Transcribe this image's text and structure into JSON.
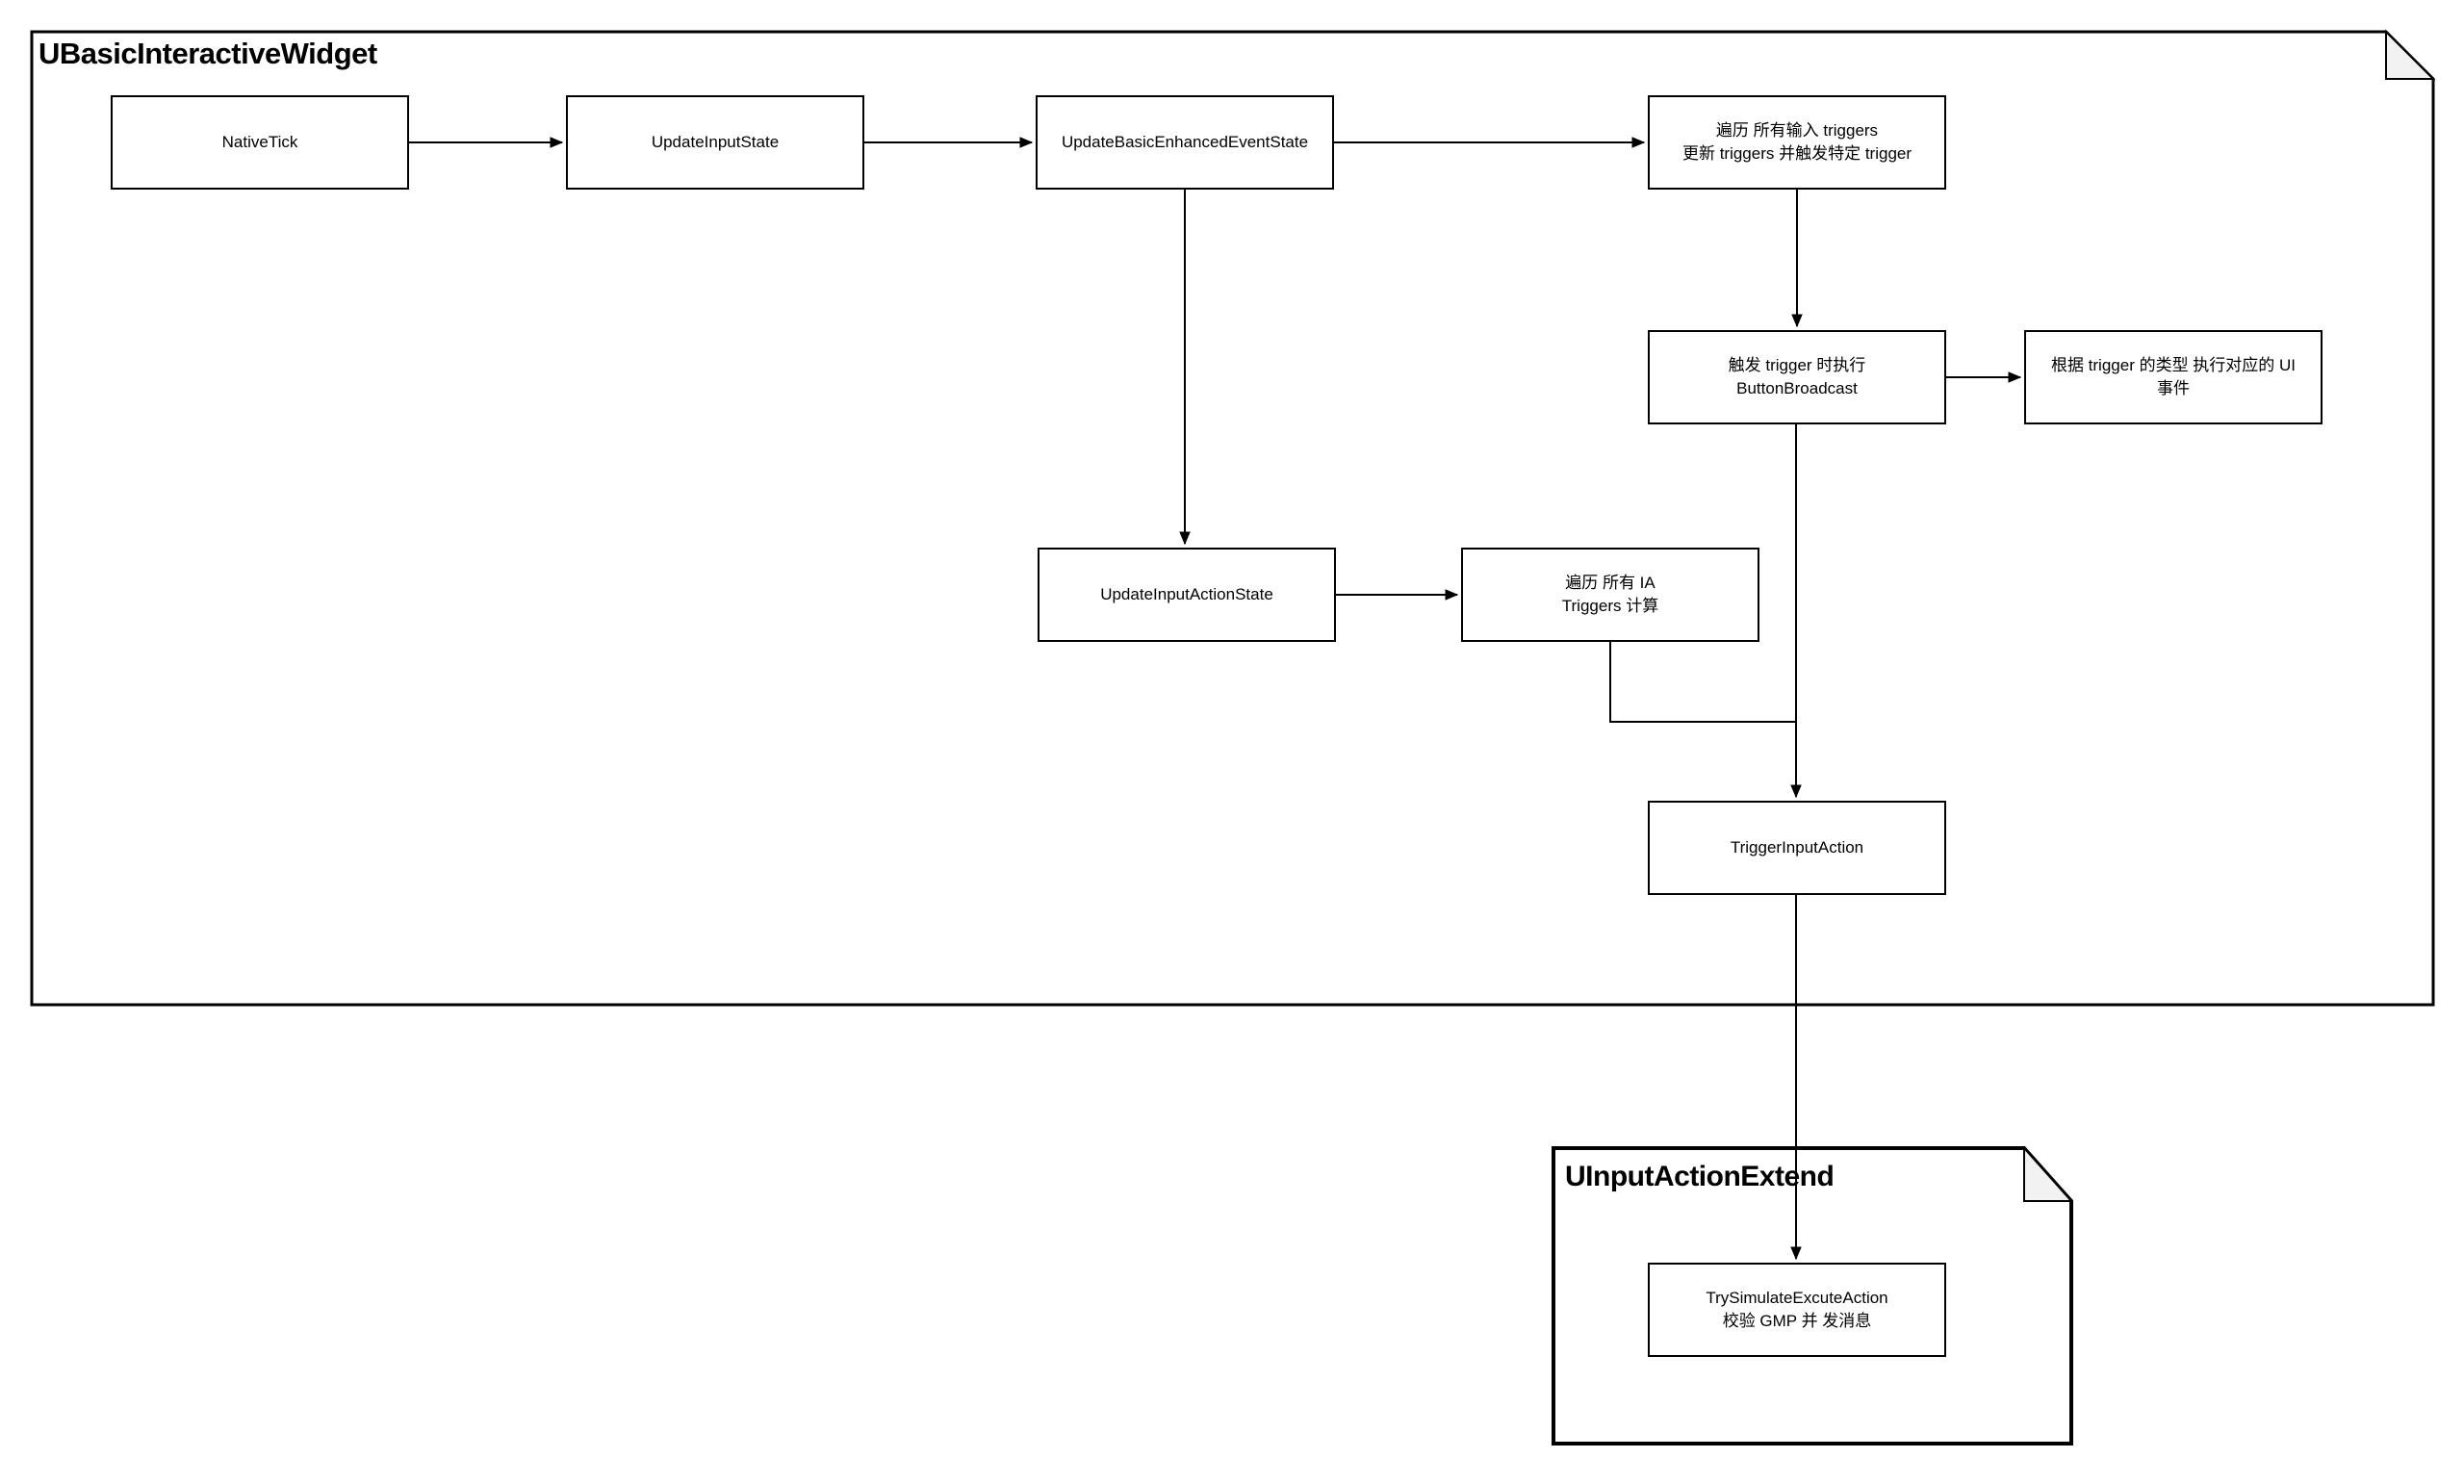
{
  "colors": {
    "background": "#ffffff",
    "stroke": "#000000",
    "fold_fill": "#f2f2f2",
    "text": "#000000"
  },
  "containers": {
    "outer": {
      "title": "UBasicInteractiveWidget"
    },
    "inner": {
      "title": "UInputActionExtend"
    }
  },
  "nodes": {
    "native_tick": {
      "lines": [
        "NativeTick"
      ]
    },
    "update_input_state": {
      "lines": [
        "UpdateInputState"
      ]
    },
    "update_basic_enhanced_event_state": {
      "lines": [
        "UpdateBasicEnhancedEventState"
      ]
    },
    "iterate_input_triggers": {
      "lines": [
        "遍历 所有输入 triggers",
        "更新 triggers 并触发特定 trigger"
      ]
    },
    "trigger_button_broadcast": {
      "lines": [
        "触发 trigger 时执行",
        "ButtonBroadcast"
      ]
    },
    "execute_ui_event_by_type": {
      "lines": [
        "根据 trigger 的类型 执行对应的 UI",
        "事件"
      ]
    },
    "update_input_action_state": {
      "lines": [
        "UpdateInputActionState"
      ]
    },
    "iterate_ia_triggers": {
      "lines": [
        "遍历 所有 IA",
        "Triggers 计算"
      ]
    },
    "trigger_input_action": {
      "lines": [
        "TriggerInputAction"
      ]
    },
    "try_simulate_excute_action": {
      "lines": [
        "TrySimulateExcuteAction",
        "校验 GMP 并 发消息"
      ]
    }
  }
}
